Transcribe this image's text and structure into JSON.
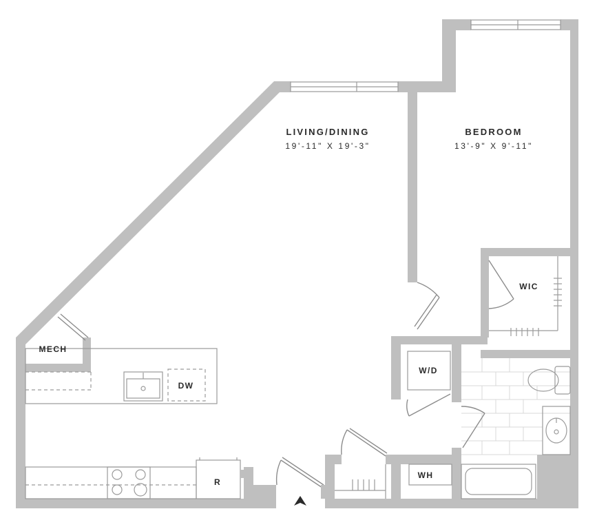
{
  "rooms": {
    "living": {
      "name": "LIVING/DINING",
      "dims": "19'-11\" X 19'-3\""
    },
    "bedroom": {
      "name": "BEDROOM",
      "dims": "13'-9\" X 9'-11\""
    },
    "wic": {
      "name": "WIC"
    },
    "mech": {
      "name": "MECH"
    },
    "wd": {
      "name": "W/D"
    },
    "wh": {
      "name": "WH"
    }
  },
  "fixtures": {
    "dishwasher": "DW",
    "refrigerator": "R"
  },
  "colors": {
    "wall": "#bfbfbf",
    "line": "#9a9a9a",
    "text": "#2a2a2a"
  }
}
